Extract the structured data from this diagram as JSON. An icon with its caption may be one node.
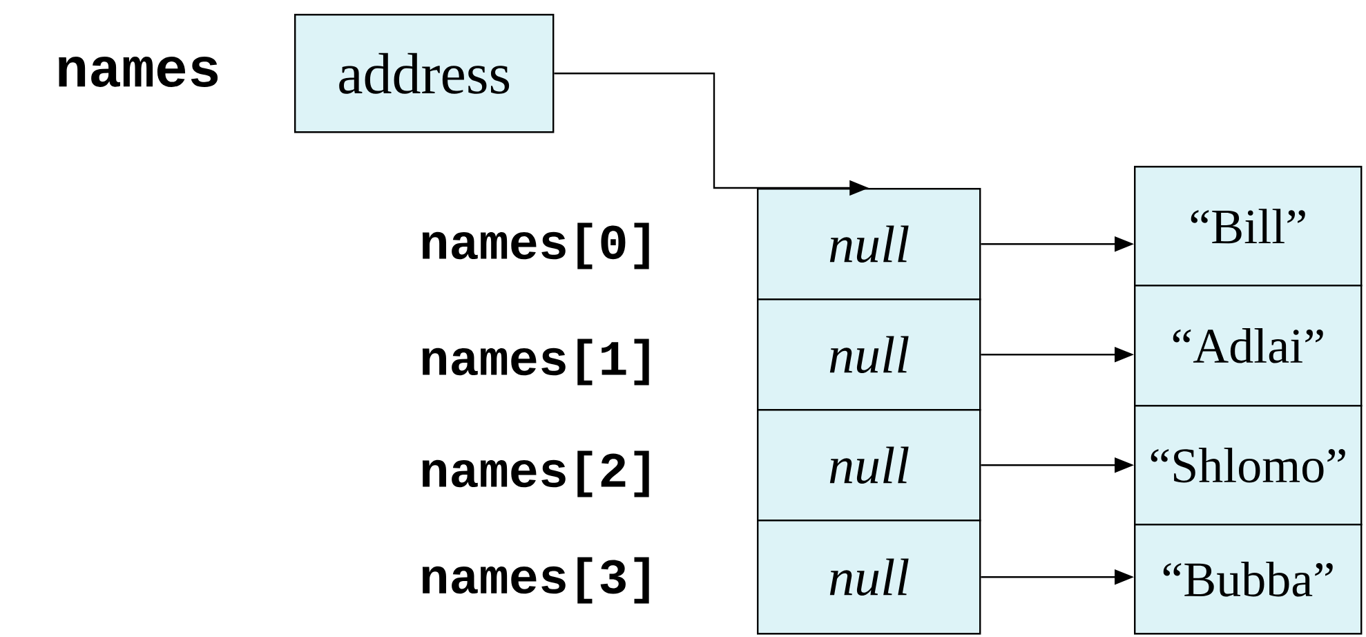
{
  "diagram": {
    "nodes": [
      {
        "text": [
          "address"
        ],
        "beside": [
          "names"
        ]
      },
      {
        "text": [
          "*null*"
        ],
        "beside": [
          "names[0]"
        ]
      },
      {
        "text": [
          "*null*"
        ],
        "beside": [
          "names[1]"
        ]
      },
      {
        "text": [
          "*null*"
        ],
        "beside": [
          "names[2]"
        ]
      },
      {
        "text": [
          "*null*"
        ],
        "beside": [
          "names[3]"
        ]
      },
      {
        "text": [
          "“Bill”"
        ]
      },
      {
        "text": [
          "“Adlai”"
        ]
      },
      {
        "text": [
          "“Shlomo”"
        ]
      },
      {
        "text": [
          "“Bubba”"
        ]
      }
    ],
    "edges": [
      {
        "from": 0,
        "to": 1,
        "arrow": "to"
      },
      {
        "from": 1,
        "to": 5,
        "arrow": "to"
      },
      {
        "from": 2,
        "to": 6,
        "arrow": "to"
      },
      {
        "from": 3,
        "to": 7,
        "arrow": "to"
      },
      {
        "from": 4,
        "to": 8,
        "arrow": "to"
      }
    ]
  }
}
